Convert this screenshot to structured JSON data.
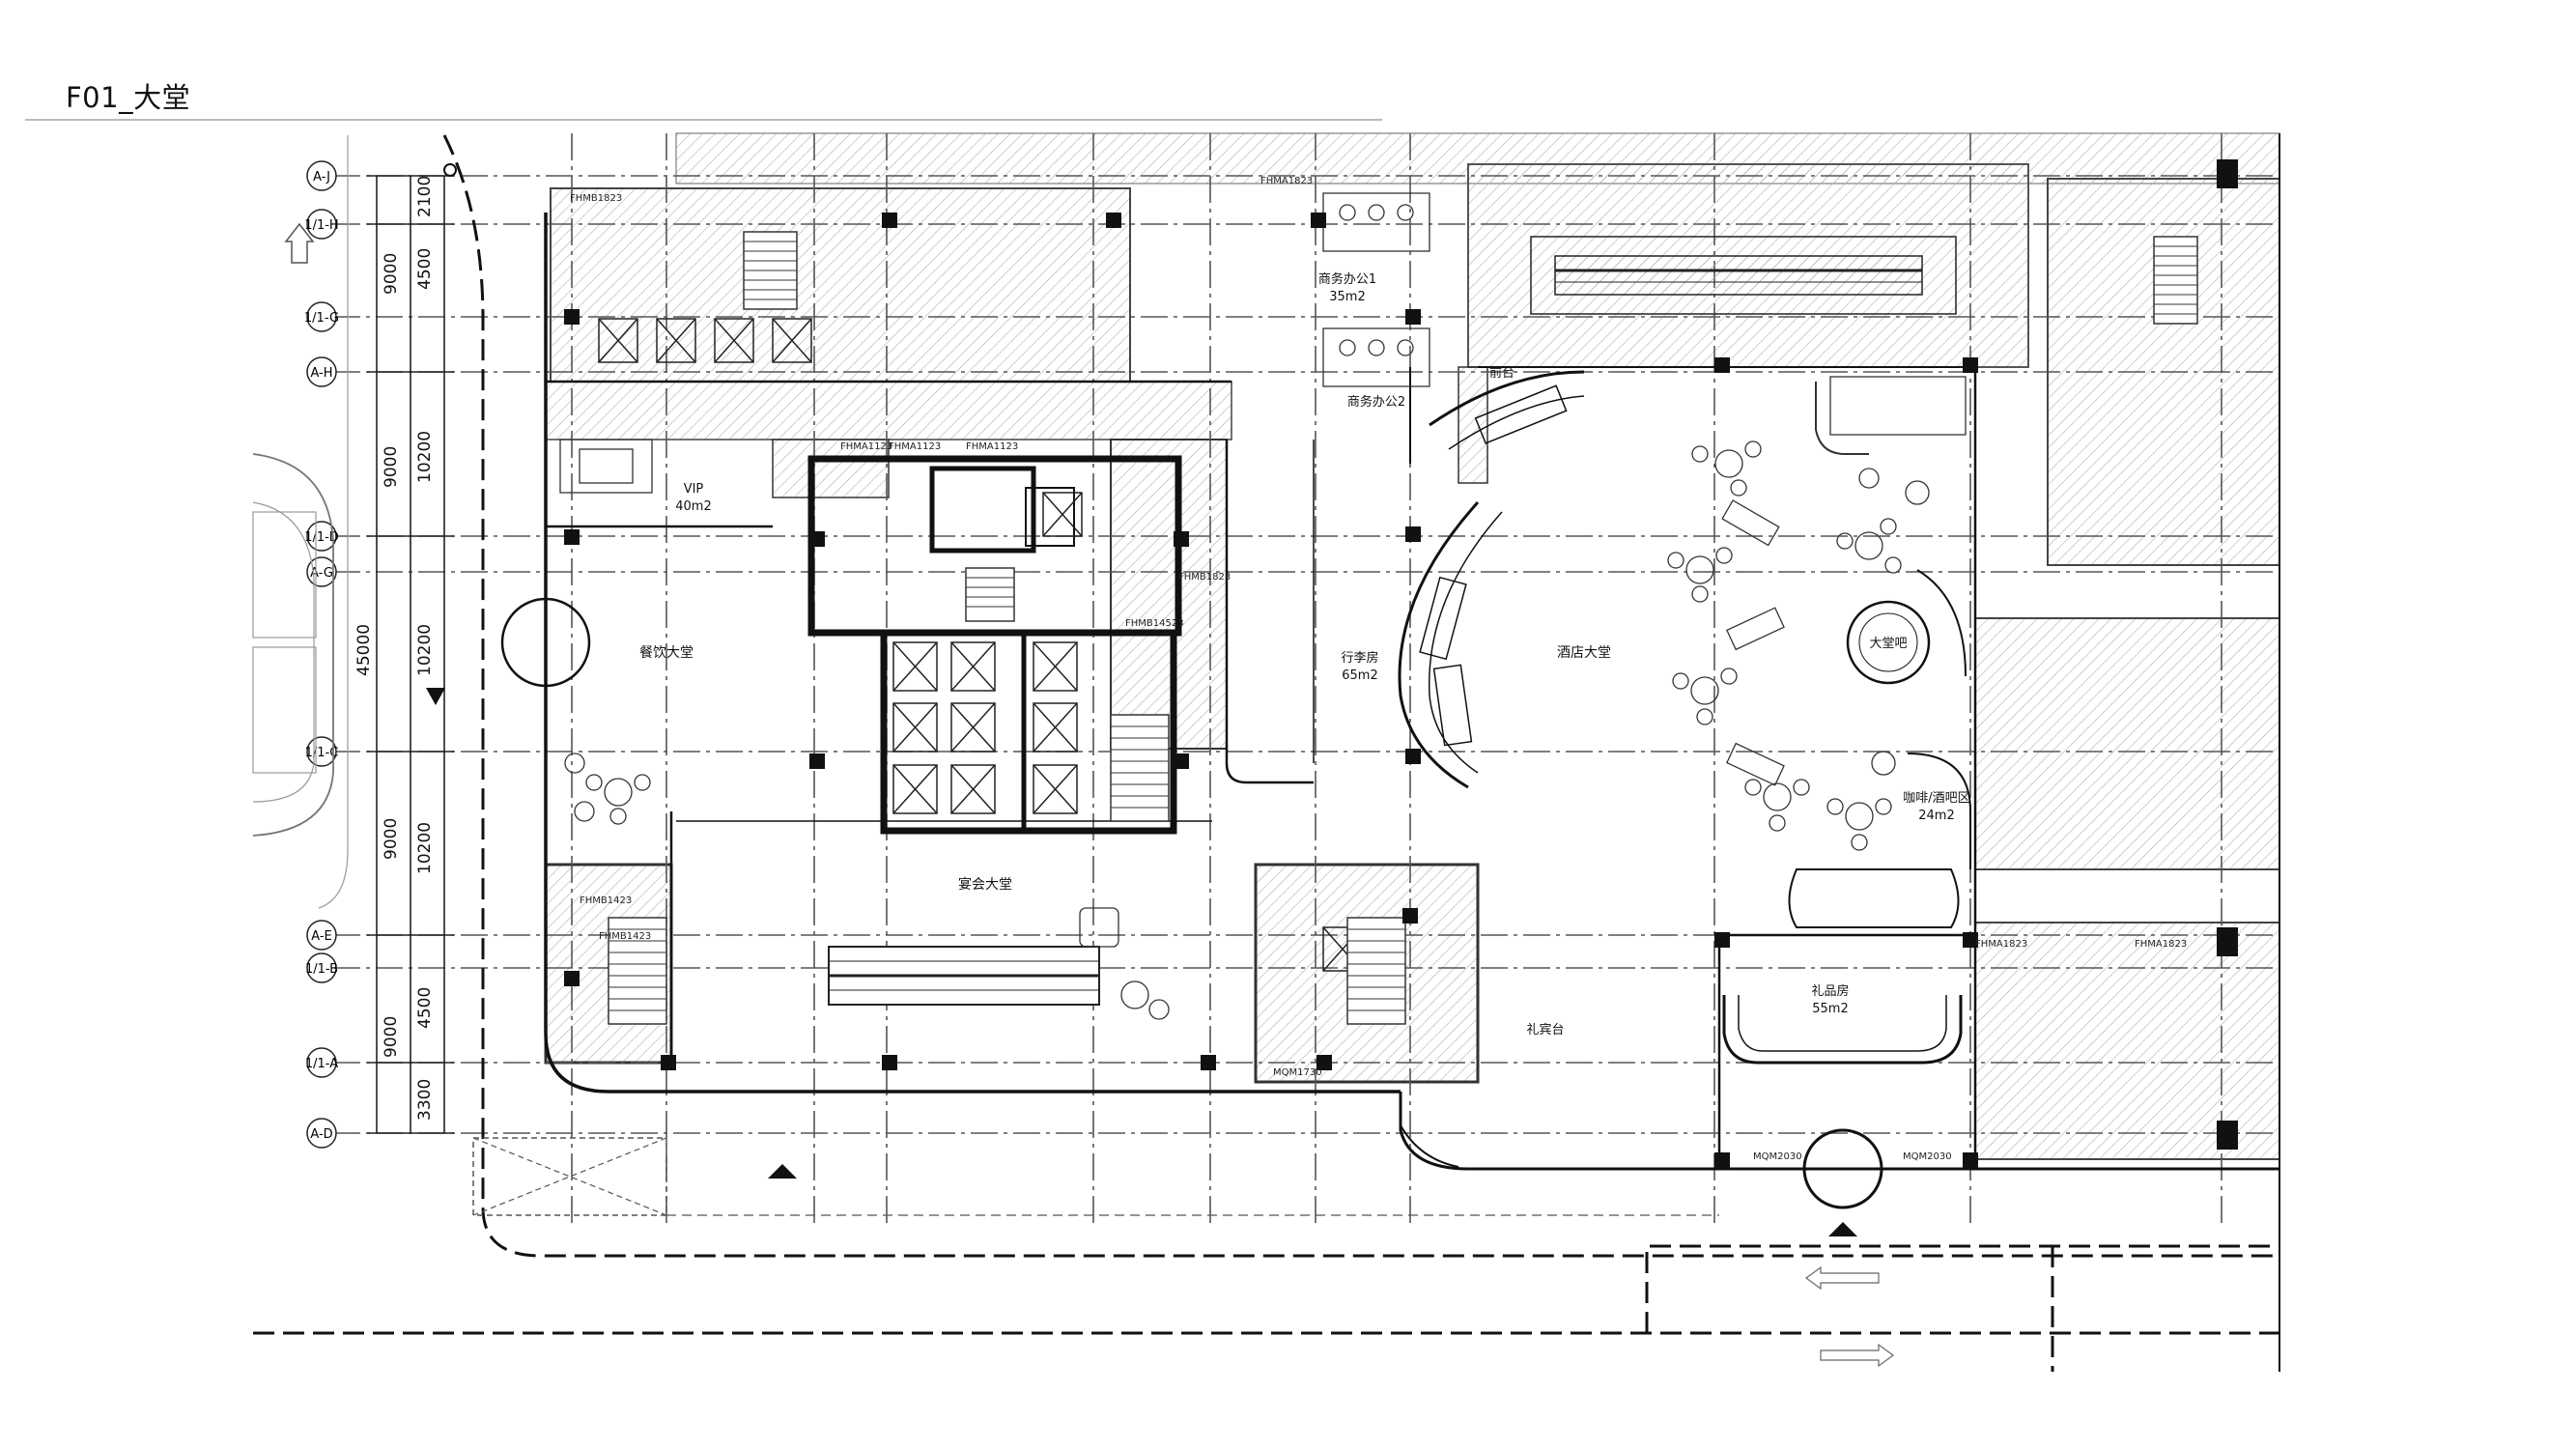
{
  "title": "F01_大堂",
  "axes_left": [
    "A-J",
    "1/1-H",
    "1/1-G",
    "A-H",
    "1/1-D",
    "A-G",
    "1/1-C",
    "A-E",
    "1/1-B",
    "1/1-A",
    "A-D"
  ],
  "dims_outer": [
    "9000",
    "9000",
    "45000",
    "9000",
    "9000"
  ],
  "dims_inner": [
    "2100",
    "4500",
    "10200",
    "10200",
    "10200",
    "4500",
    "3300"
  ],
  "rooms": {
    "dining_hall": "餐饮大堂",
    "banquet_hall": "宴会大堂",
    "hotel_lobby": "酒店大堂",
    "vip": "VIP",
    "vip_area": "40m2",
    "luggage": "行李房",
    "luggage_area": "65m2",
    "gift_room": "礼品房",
    "gift_area": "55m2",
    "meeting1": "商务办公1",
    "meeting1_area": "35m2",
    "meeting2": "商务办公2",
    "lobby_bar": "大堂吧",
    "lounge": "咖啡/酒吧区",
    "lounge_area": "24m2",
    "reception": "礼宾台",
    "frontdesk": "前台"
  },
  "door_tags": [
    "FHMA1823",
    "FHMA1123",
    "FHMA1123",
    "FHMA1123",
    "FHMB1823",
    "FHMB1423",
    "FHMB1423",
    "FHMA1823",
    "FHMA1823",
    "MQM2030",
    "MQM2030",
    "MQM1730",
    "FHMB1823",
    "FHMB14523"
  ]
}
